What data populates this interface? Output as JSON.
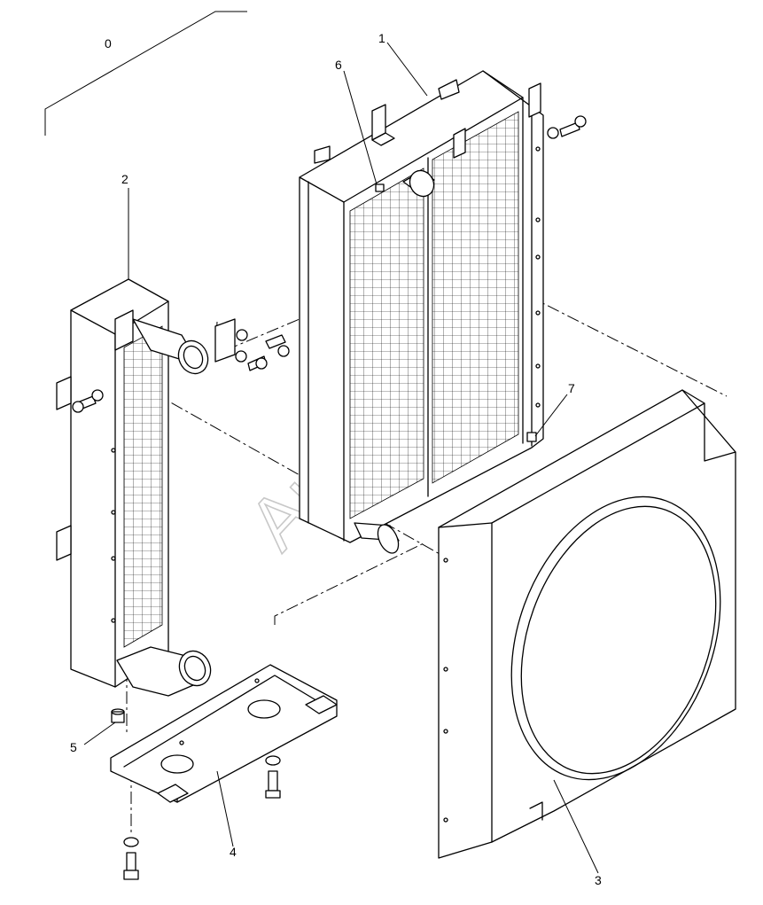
{
  "watermark": "AutoSoft",
  "callouts": [
    {
      "id": "callout-0",
      "text": "0"
    },
    {
      "id": "callout-1",
      "text": "1"
    },
    {
      "id": "callout-2",
      "text": "2"
    },
    {
      "id": "callout-3",
      "text": "3"
    },
    {
      "id": "callout-4",
      "text": "4"
    },
    {
      "id": "callout-5",
      "text": "5"
    },
    {
      "id": "callout-6",
      "text": "6"
    },
    {
      "id": "callout-7",
      "text": "7"
    }
  ]
}
